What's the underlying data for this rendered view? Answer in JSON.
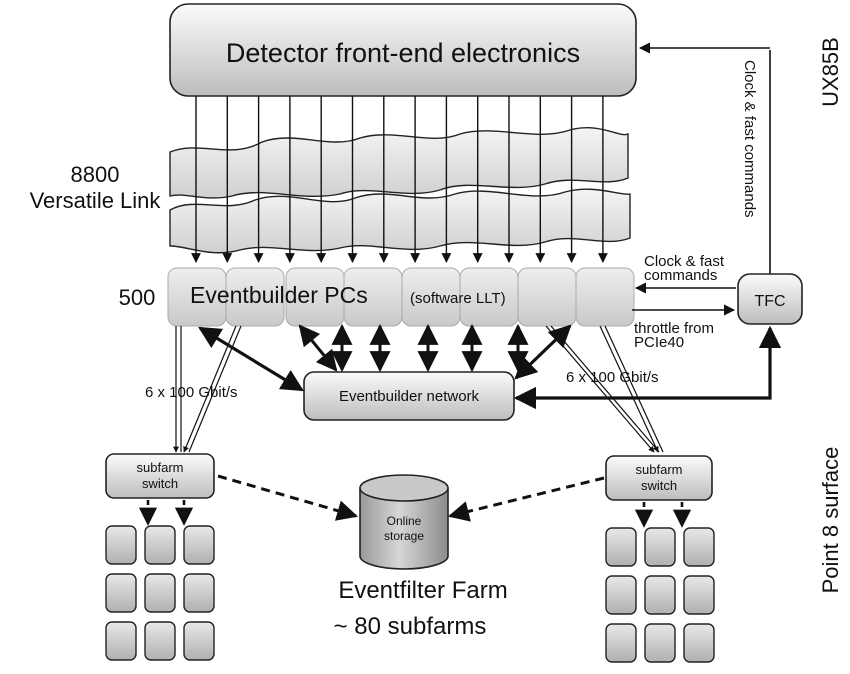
{
  "labels": {
    "detector": "Detector front-end electronics",
    "link_count": "8800",
    "link_name": "Versatile Link",
    "pc_count": "500",
    "eventbuilder_pcs": "Eventbuilder PCs",
    "software_llt": "(software  LLT)",
    "clock_fast_commands_top": "Clock & fast commands",
    "clock_fast_line1": "Clock & fast",
    "clock_fast_line2": "commands",
    "tfc": "TFC",
    "throttle_line1": "throttle from",
    "throttle_line2": "PCIe40",
    "bandwidth_left": "6 x 100 Gbit/s",
    "bandwidth_right": "6 x 100 Gbit/s",
    "eventbuilder_network": "Eventbuilder network",
    "subfarm_switch_line1": "subfarm",
    "subfarm_switch_line2": "switch",
    "online_storage_line1": "Online",
    "online_storage_line2": "storage",
    "eventfilter_farm": "Eventfilter Farm",
    "subfarm_count": "~ 80 subfarms",
    "location_top": "UX85B",
    "location_bottom": "Point 8 surface"
  }
}
